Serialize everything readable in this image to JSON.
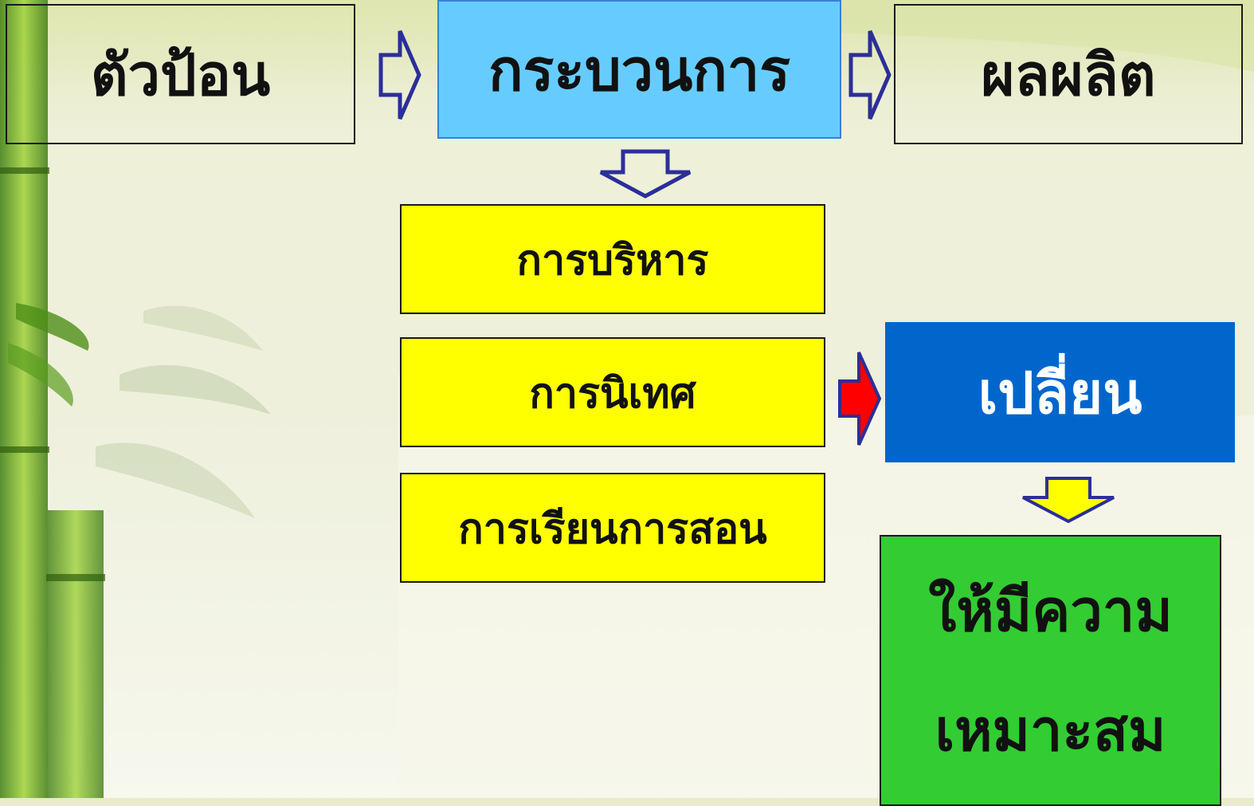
{
  "flow": {
    "input": "ตัวป้อน",
    "process": "กระบวนการ",
    "output": "ผลผลิต"
  },
  "process_parts": {
    "admin": "การบริหาร",
    "supervision": "การนิเทศ",
    "teaching": "การเรียนการสอน"
  },
  "result": {
    "change": "เปลี่ยน",
    "appropriate_line1": "ให้มีความ",
    "appropriate_line2": "เหมาะสม"
  },
  "colors": {
    "process_box": "#66ccff",
    "process_parts_box": "#ffff00",
    "change_box": "#0066cc",
    "appropriate_box": "#33cc33",
    "arrow_outline": "#2b2f99",
    "red_arrow": "#ff0000",
    "yellow_arrow": "#ffff00"
  },
  "icons": [
    "right-arrow-icon",
    "down-arrow-icon",
    "red-right-arrow-icon",
    "yellow-down-arrow-icon"
  ]
}
